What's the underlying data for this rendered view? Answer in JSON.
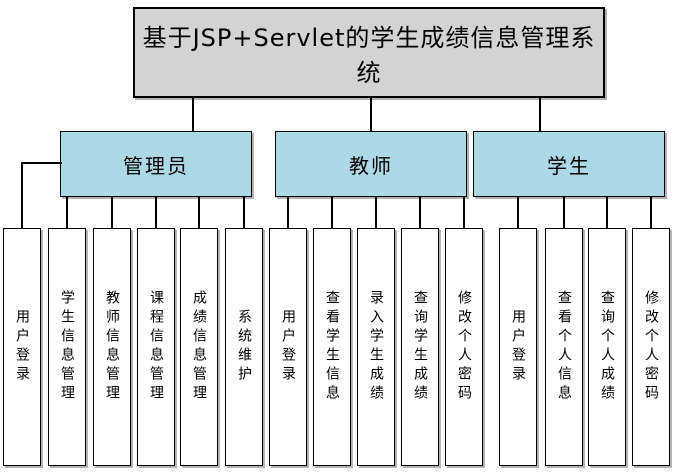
{
  "diagram": {
    "title": "基于JSP+Servlet的学生成绩信息管理系统",
    "colors": {
      "title_fill": "#d3d3d3",
      "branch_fill": "#add8e6",
      "leaf_fill": "#ffffff",
      "border": "#000000",
      "shadow": "#b3b3b3"
    },
    "branches": [
      {
        "label": "管理员",
        "children": [
          "用户登录",
          "学生信息管理",
          "教师信息管理",
          "课程信息管理",
          "成绩信息管理",
          "系统维护"
        ]
      },
      {
        "label": "教师",
        "children": [
          "用户登录",
          "查看学生信息",
          "录入学生成绩",
          "查询学生成绩",
          "修改个人密码"
        ]
      },
      {
        "label": "学生",
        "children": [
          "用户登录",
          "查看个人信息",
          "查询个人成绩",
          "修改个人密码"
        ]
      }
    ]
  }
}
